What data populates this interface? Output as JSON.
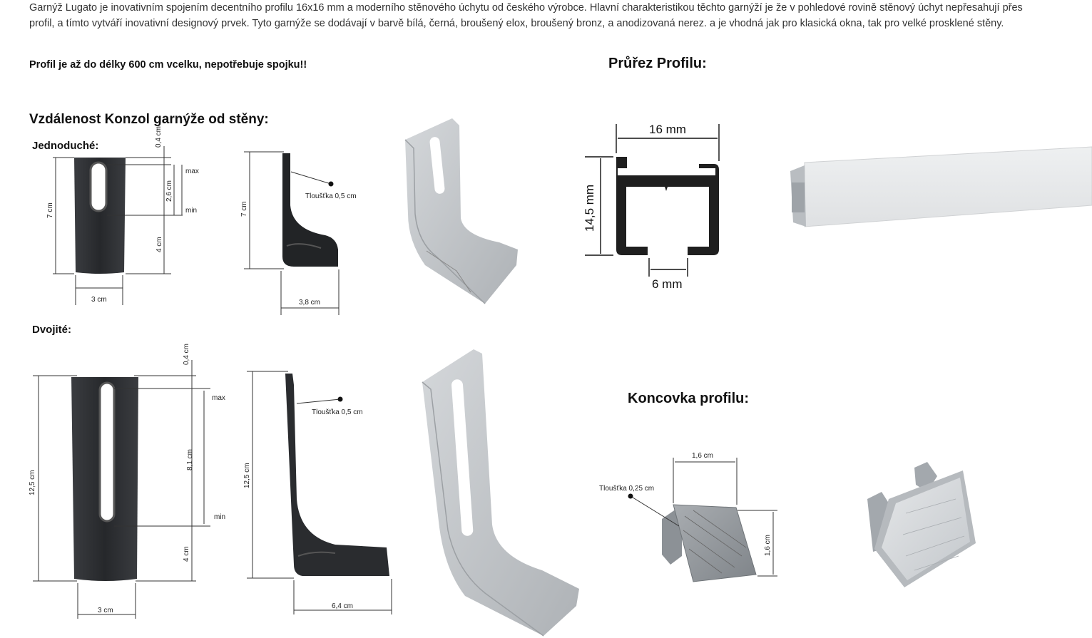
{
  "intro_text": "Garnýž Lugato je inovativním spojením decentního profilu 16x16 mm a moderního stěnového úchytu od českého výrobce. Hlavní charakteristikou těchto garnýží je že v pohledové rovině stěnový úchyt nepřesahují přes profil, a tímto vytváří inovativní designový prvek. Tyto garnýže se dodávají v barvě bílá, černá, broušený elox, broušený bronz, a anodizovaná nerez. a je vhodná jak pro klasická okna, tak pro velké prosklené stěny.",
  "profile_note": "Profil je až do délky 600 cm vcelku, nepotřebuje spojku!!",
  "sections": {
    "console_distance": "Vzdálenost Konzol garnýže od stěny:",
    "single": "Jednoduché:",
    "double": "Dvojité:",
    "profile_cross_section": "Průřez Profilu:",
    "profile_end": "Koncovka profilu:"
  },
  "single_bracket": {
    "top_gap": "0,4 cm",
    "height": "7 cm",
    "slot": "2,6 cm",
    "lower": "4 cm",
    "width": "3 cm",
    "max": "max",
    "min": "min",
    "side_height": "7 cm",
    "thickness": "Tloušťka 0,5 cm",
    "depth": "3,8 cm"
  },
  "double_bracket": {
    "top_gap": "0,4 cm",
    "height": "12,5 cm",
    "slot": "8,1 cm",
    "lower": "4 cm",
    "width": "3 cm",
    "max": "max",
    "min": "min",
    "side_height": "12,5 cm",
    "thickness": "Tloušťka 0,5 cm",
    "depth": "6,4 cm"
  },
  "profile": {
    "width": "16 mm",
    "height": "14,5 mm",
    "opening": "6 mm"
  },
  "end_cap": {
    "width": "1,6 cm",
    "height": "1,6 cm",
    "thickness": "Tloušťka 0,25 cm"
  },
  "colors": {
    "bracket_dark": "#2e3033",
    "bracket_light": "#c3c7cb",
    "profile_light": "#e9eaec"
  }
}
